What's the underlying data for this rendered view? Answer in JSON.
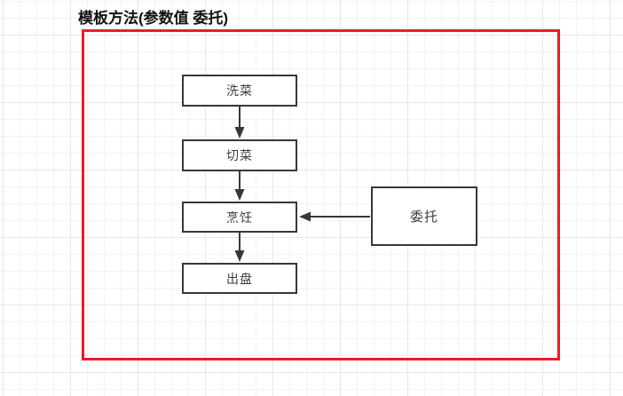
{
  "diagram": {
    "title": "模板方法(参数值 委托)",
    "flow_nodes": [
      {
        "id": "wash",
        "label": "洗菜"
      },
      {
        "id": "cut",
        "label": "切菜"
      },
      {
        "id": "cook",
        "label": "烹饪"
      },
      {
        "id": "plate",
        "label": "出盘"
      }
    ],
    "delegate_node": {
      "label": "委托"
    },
    "edges": [
      {
        "from": "wash",
        "to": "cut",
        "direction": "down"
      },
      {
        "from": "cut",
        "to": "cook",
        "direction": "down"
      },
      {
        "from": "cook",
        "to": "plate",
        "direction": "down"
      },
      {
        "from": "delegate",
        "to": "cook",
        "direction": "left"
      }
    ],
    "colors": {
      "frame_red": "#ec1c24",
      "node_border": "#35383d",
      "arrow": "#35383d",
      "node_text": "#3d3d3d",
      "title_text": "#111111",
      "canvas_background": "#ffffff",
      "grid_minor": "#f3f3f3",
      "grid_major": "#e7e7e7"
    }
  }
}
